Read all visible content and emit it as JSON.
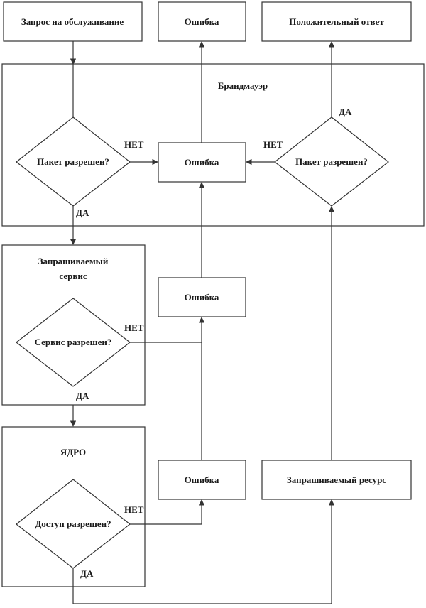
{
  "top": {
    "request": "Запрос на обслуживание",
    "error": "Ошибка",
    "positive": "Положительный ответ"
  },
  "firewall": {
    "title": "Брандмауэр",
    "left_question": "Пакет разрешен?",
    "right_question": "Пакет разрешен?",
    "center_error": "Ошибка",
    "left_no": "НЕТ",
    "left_yes": "ДА",
    "right_no": "НЕТ",
    "right_yes": "ДА"
  },
  "service": {
    "title_line1": "Запрашиваемый",
    "title_line2": "сервис",
    "question": "Сервис разрешен?",
    "no": "НЕТ",
    "yes": "ДА",
    "error": "Ошибка"
  },
  "kernel": {
    "title": "ЯДРО",
    "question": "Доступ разрешен?",
    "no": "НЕТ",
    "yes": "ДА",
    "error": "Ошибка"
  },
  "resource": {
    "label": "Запрашиваемый ресурс"
  }
}
